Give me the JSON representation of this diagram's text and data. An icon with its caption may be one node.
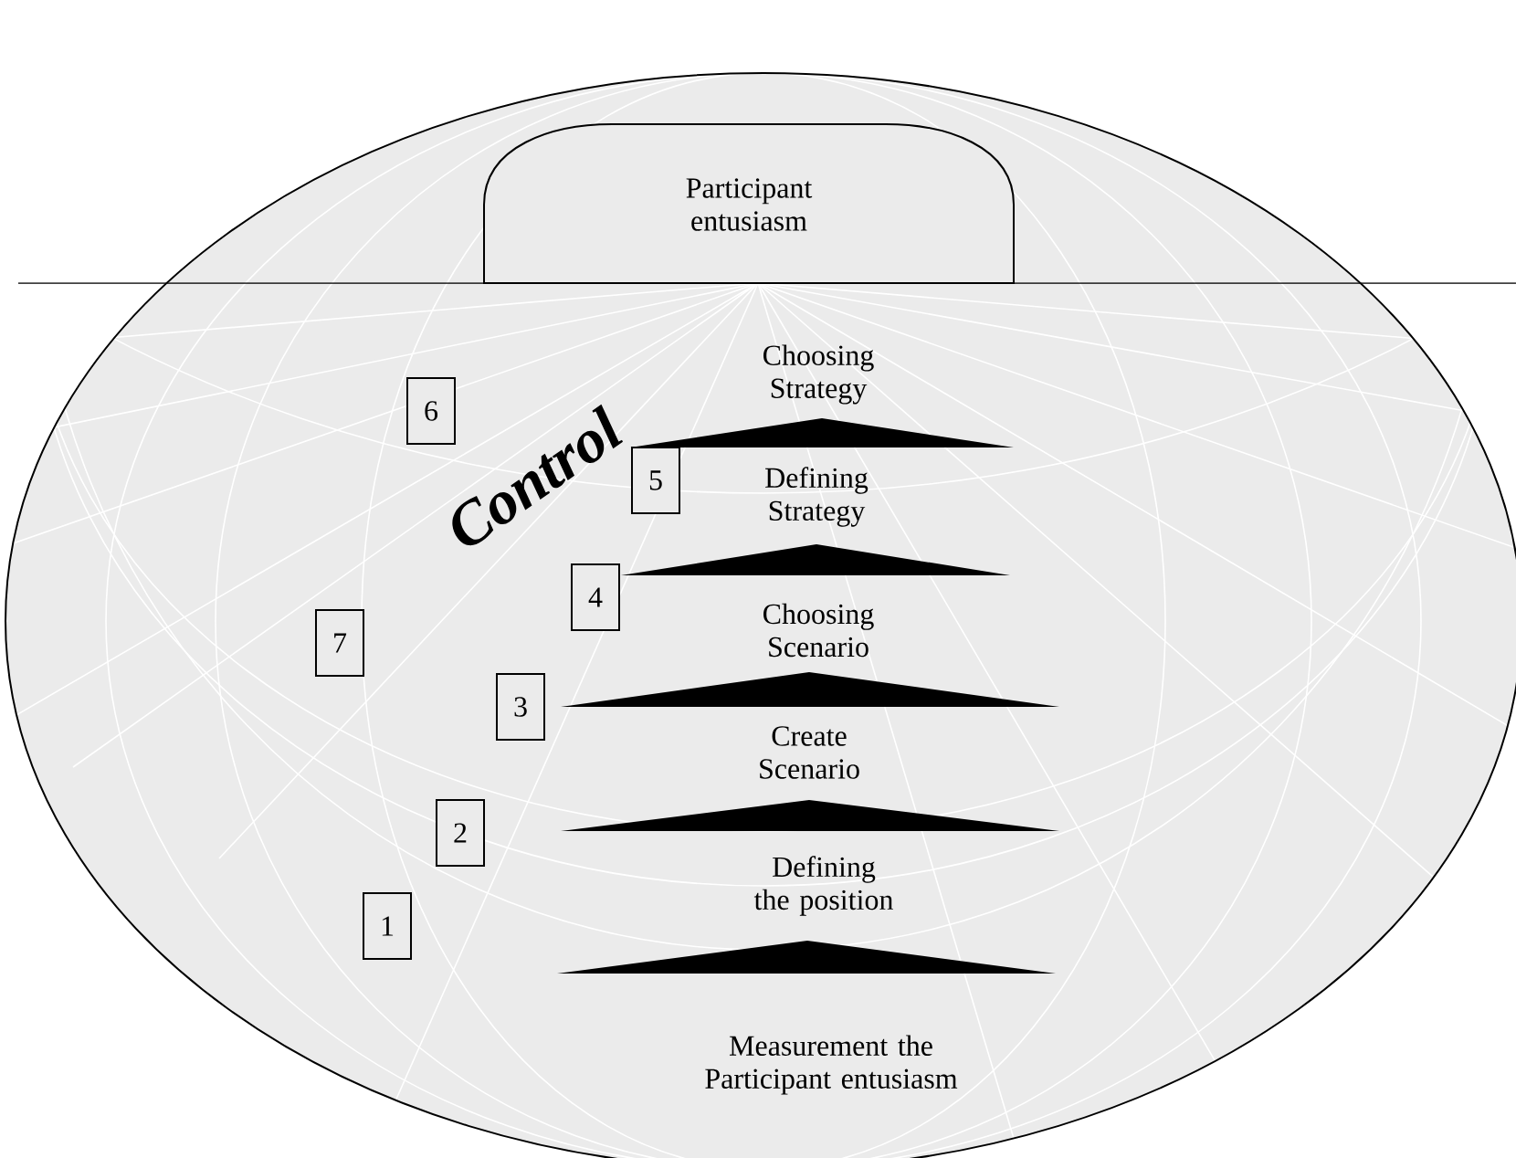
{
  "diagram": {
    "nodes": [
      {
        "text": [
          "Participant entusiasm"
        ]
      },
      {
        "text": [
          "6"
        ]
      },
      {
        "text": [
          "5"
        ]
      },
      {
        "text": [
          "4"
        ]
      },
      {
        "text": [
          "7"
        ]
      },
      {
        "text": [
          "3"
        ]
      },
      {
        "text": [
          "2"
        ]
      },
      {
        "text": [
          "1"
        ]
      },
      {
        "text": [],
        "shape": "triangle"
      },
      {
        "text": [],
        "shape": "triangle"
      },
      {
        "text": [],
        "shape": "triangle"
      },
      {
        "text": [],
        "shape": "triangle"
      },
      {
        "text": [],
        "shape": "triangle"
      }
    ],
    "labels": [
      "Choosing Strategy",
      "Control",
      "Defining Strategy",
      "Choosing Scenario",
      "Create Scenario",
      "Defining the position",
      "Measurement the Participant entusiasm"
    ]
  }
}
